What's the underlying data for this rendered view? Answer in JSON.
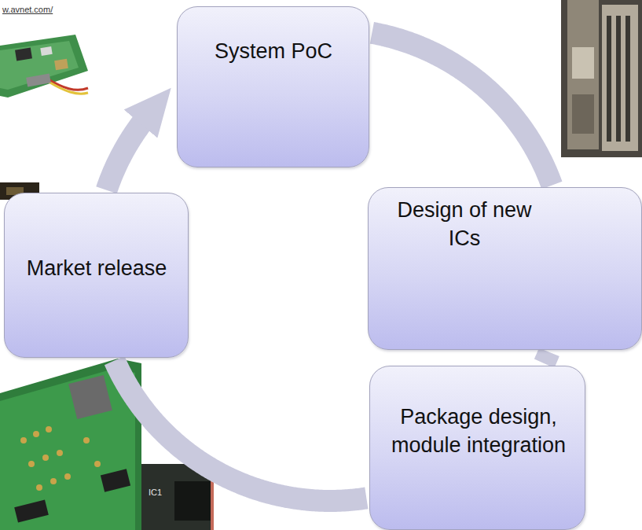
{
  "diagram": {
    "nodes": [
      {
        "text": [
          "System PoC"
        ]
      },
      {
        "text": [
          "Design of new ICs"
        ]
      },
      {
        "text": [
          "Package design, module integration"
        ]
      },
      {
        "text": [
          "Market release"
        ]
      }
    ],
    "edges": [
      {
        "from": 0,
        "to": 1,
        "arrow": "none"
      },
      {
        "from": 1,
        "to": 2,
        "arrow": "none"
      },
      {
        "from": 2,
        "to": 3,
        "arrow": "none"
      },
      {
        "from": 3,
        "to": 0,
        "arrow": "to"
      }
    ],
    "labels": [
      "w.avnet.com/",
      "IC1"
    ]
  }
}
